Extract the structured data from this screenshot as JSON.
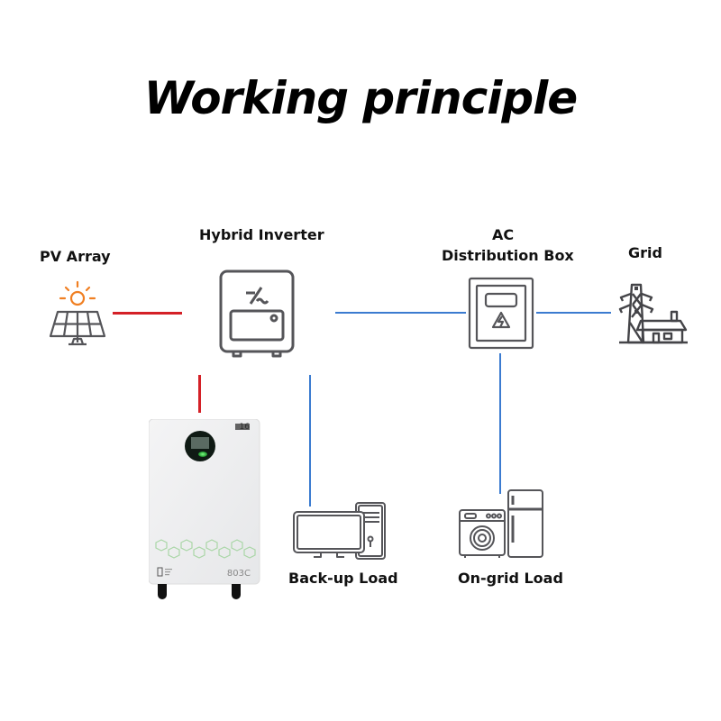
{
  "title": "Working principle",
  "nodes": {
    "pv_array": {
      "label": "PV Array",
      "icon": "solar-panel-icon"
    },
    "hybrid_inverter": {
      "label": "Hybrid Inverter",
      "icon": "inverter-icon",
      "symbol": "⎓/~"
    },
    "ac_distribution_box": {
      "label_line1": "AC",
      "label_line2": "Distribution Box",
      "icon": "distribution-box-icon"
    },
    "grid": {
      "label": "Grid",
      "icon": "power-tower-house-icon"
    },
    "battery": {
      "icon": "battery-unit-image",
      "badge": "16",
      "model": "803C"
    },
    "backup_load": {
      "label": "Back-up Load",
      "icon": "computer-icon"
    },
    "ongrid_load": {
      "label": "On-grid Load",
      "icon": "washer-fridge-icon"
    }
  },
  "connections": [
    {
      "from": "pv_array",
      "to": "hybrid_inverter",
      "type": "DC",
      "color": "#d42027"
    },
    {
      "from": "hybrid_inverter",
      "to": "battery",
      "type": "DC",
      "color": "#d42027"
    },
    {
      "from": "hybrid_inverter",
      "to": "ac_distribution_box",
      "type": "AC",
      "color": "#3b7bd0"
    },
    {
      "from": "ac_distribution_box",
      "to": "grid",
      "type": "AC",
      "color": "#3b7bd0"
    },
    {
      "from": "hybrid_inverter",
      "to": "backup_load",
      "type": "AC",
      "color": "#3b7bd0"
    },
    {
      "from": "ac_distribution_box",
      "to": "ongrid_load",
      "type": "AC",
      "color": "#3b7bd0"
    }
  ],
  "colors": {
    "dc_line": "#d42027",
    "ac_line": "#3b7bd0",
    "icon_stroke": "#555559",
    "sun": "#f07f22",
    "battery_led": "#3ddc4a"
  }
}
